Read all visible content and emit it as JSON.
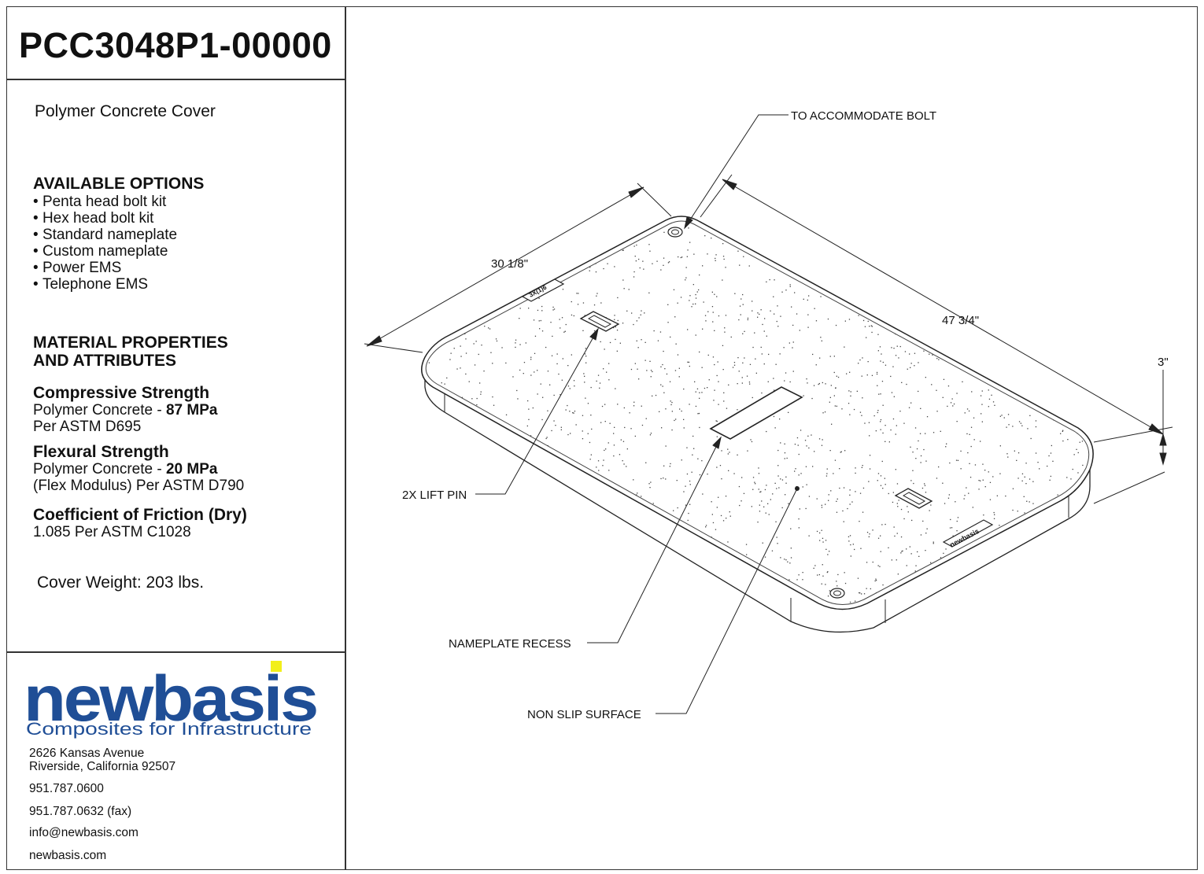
{
  "title_block": {
    "part_number": "PCC3048P1-00000",
    "product_name": "Polymer Concrete Cover",
    "options_heading": "AVAILABLE OPTIONS",
    "options": [
      "Penta head bolt kit",
      "Hex head bolt kit",
      "Standard nameplate",
      "Custom nameplate",
      "Power EMS",
      "Telephone EMS"
    ],
    "material_heading_line1": "MATERIAL PROPERTIES",
    "material_heading_line2": "AND ATTRIBUTES",
    "compressive": {
      "title": "Compressive Strength",
      "prefix": "Polymer Concrete - ",
      "value": "87 MPa",
      "standard": "Per ASTM D695"
    },
    "flexural": {
      "title": "Flexural Strength",
      "prefix": "Polymer Concrete - ",
      "value": "20 MPa",
      "standard": "(Flex Modulus) Per ASTM D790"
    },
    "friction": {
      "title": "Coefficient of Friction (Dry)",
      "value": "1.085 Per ASTM C1028"
    },
    "weight": "Cover Weight:  203 lbs."
  },
  "company": {
    "logo_text": "newbasis",
    "logo_color": "#1f4e96",
    "logo_accent_color": "#f2ef1a",
    "tagline": "Composites for Infrastructure",
    "address_line1": "2626 Kansas Avenue",
    "address_line2": "Riverside, California  92507",
    "phone": "951.787.0600",
    "fax": "951.787.0632 (fax)",
    "email": "info@newbasis.com",
    "website": "newbasis.com"
  },
  "drawing": {
    "callouts": {
      "bolt": "TO ACCOMMODATE BOLT",
      "lift_pin": "2X LIFT PIN",
      "nameplate": "NAMEPLATE RECESS",
      "surface": "NON SLIP SURFACE"
    },
    "dimensions": {
      "width": "30 1/8\"",
      "length": "47 3/4\"",
      "height": "3\""
    },
    "surface_markings": {
      "top_left_plate": "3X(1)6",
      "bottom_right_plate": "newbasis"
    }
  }
}
